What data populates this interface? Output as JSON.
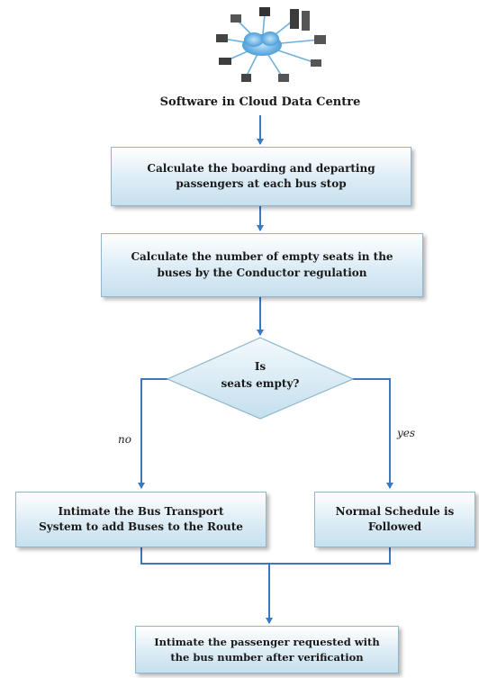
{
  "diagram": {
    "top_caption": "Software in Cloud Data Centre",
    "step1": "Calculate the boarding and departing\npassengers at each bus stop",
    "step2": "Calculate the number of empty seats in the\nbuses by the Conductor regulation",
    "decision": {
      "line1": "Is",
      "line2": "seats empty?"
    },
    "branch_no": "no",
    "branch_yes": "yes",
    "left_outcome": "Intimate the Bus Transport\nSystem to add Buses to the Route",
    "right_outcome": "Normal Schedule is\nFollowed",
    "final_step": "Intimate the passenger requested with\nthe bus number after verification"
  },
  "colors": {
    "connector": "#3a79c1",
    "box_border": "#8fb6cc",
    "box_fill": "#dcecf5",
    "cloud": "#6fb3e3"
  }
}
